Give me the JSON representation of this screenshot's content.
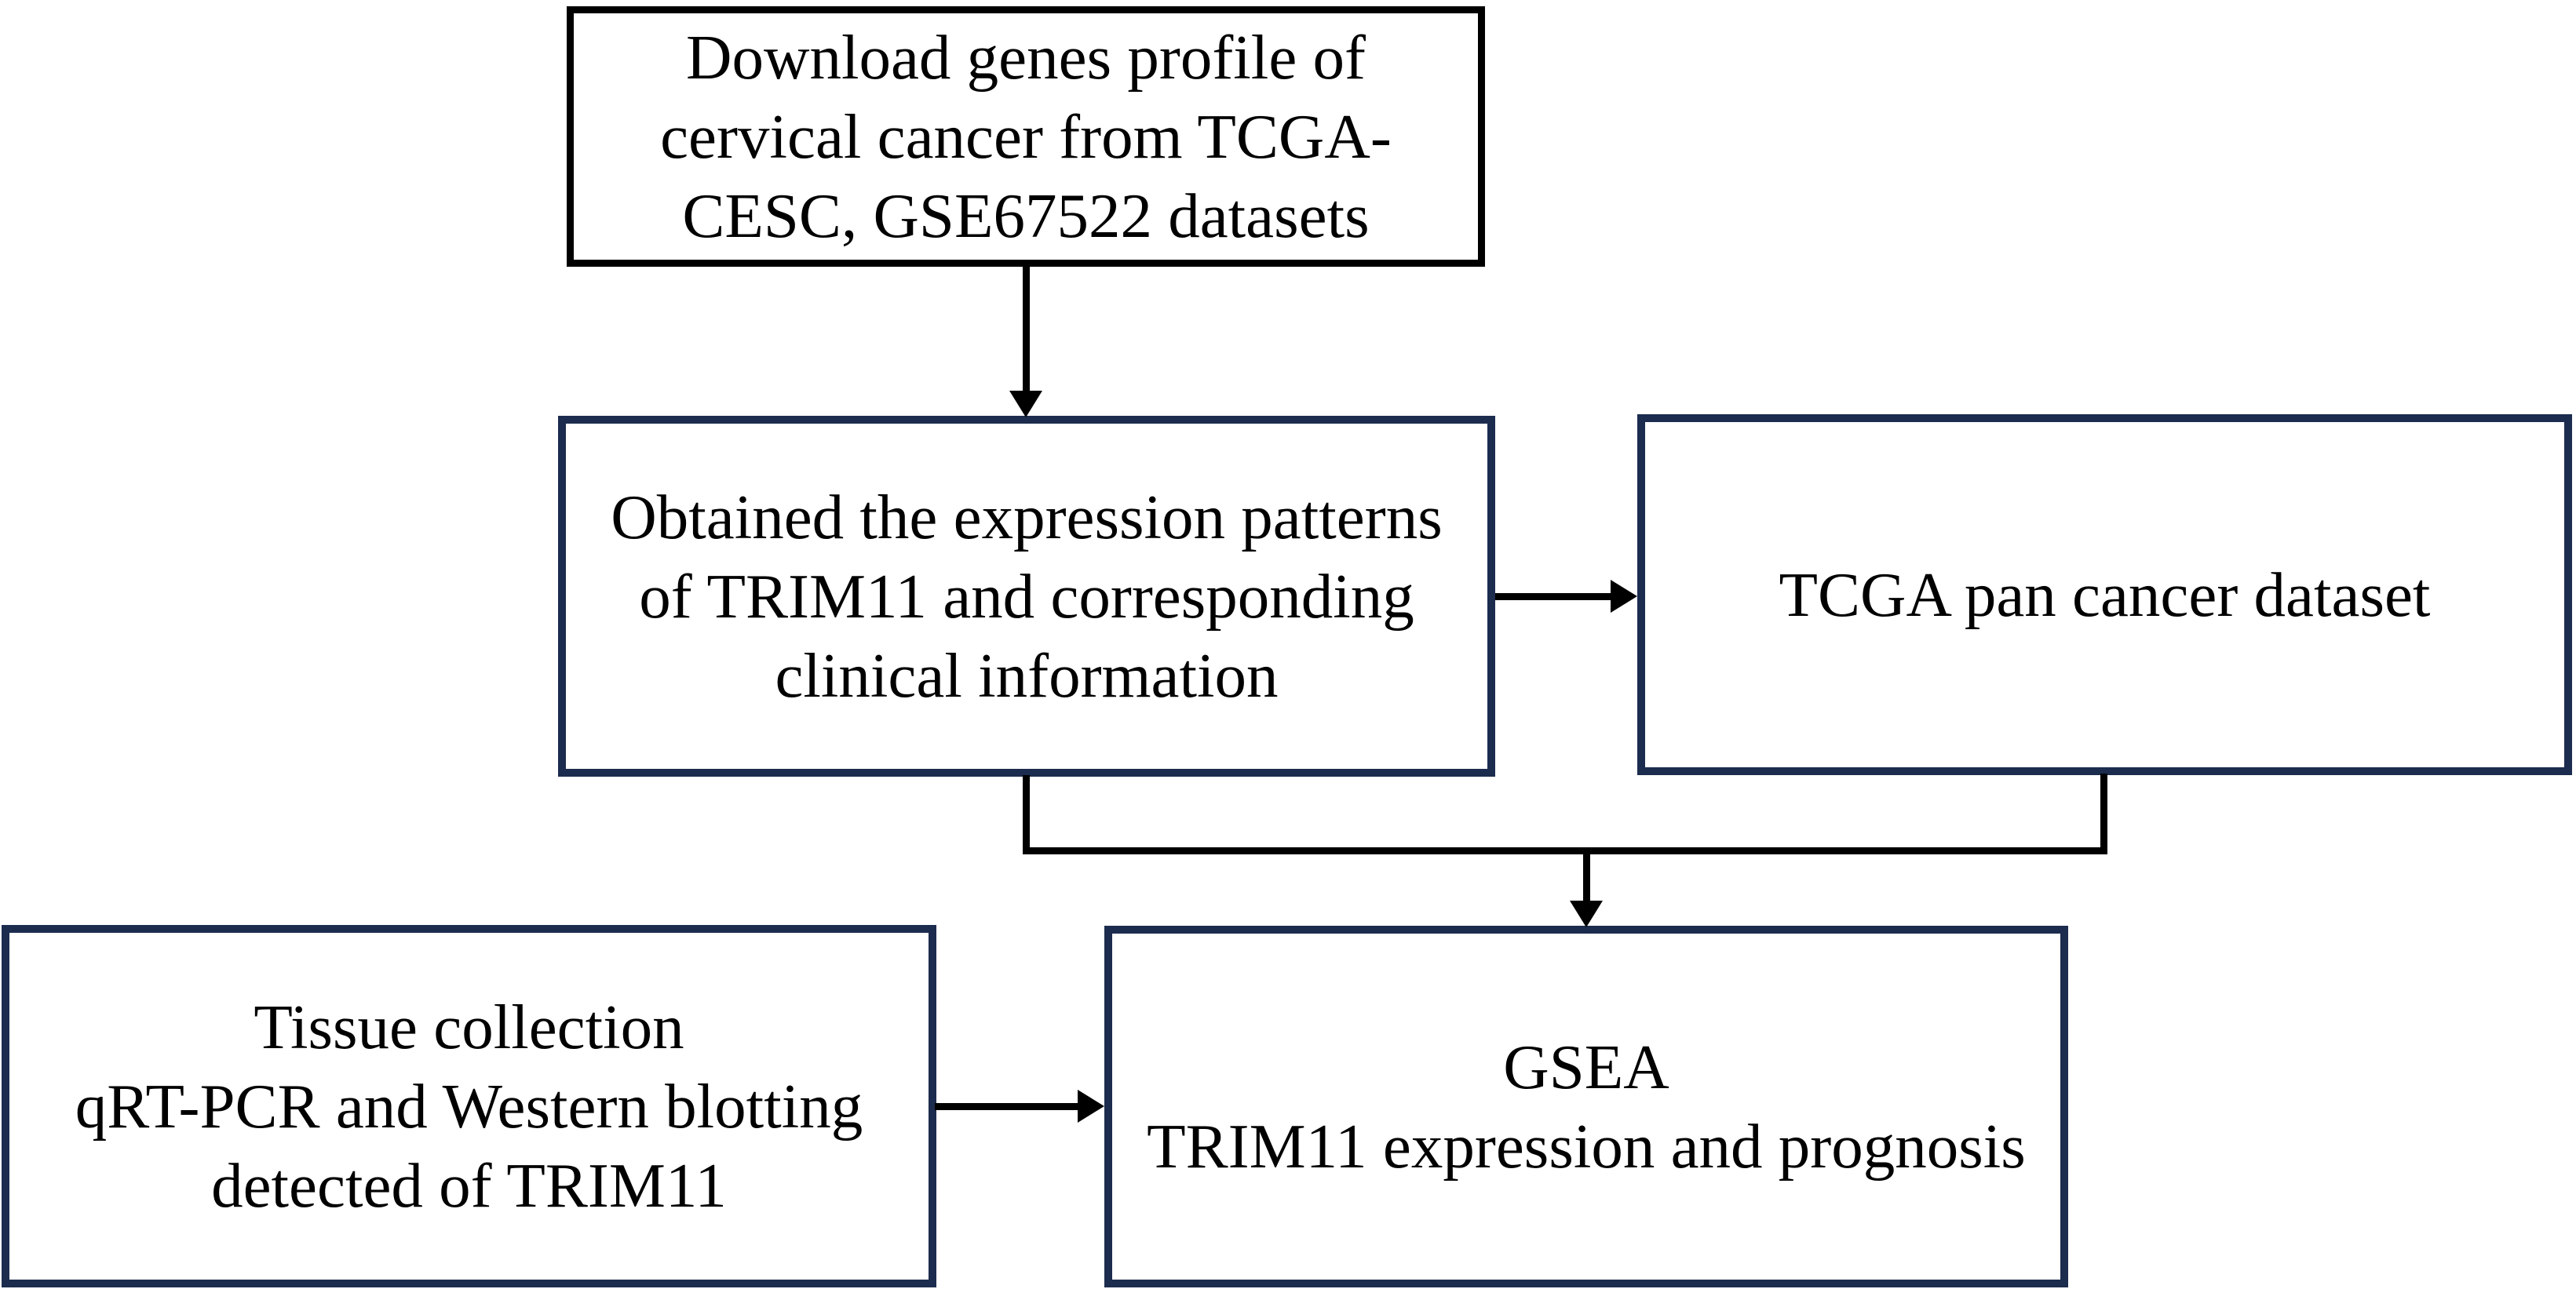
{
  "diagram": {
    "boxes": {
      "download": {
        "lines": [
          "Download genes profile of",
          "cervical cancer from TCGA-",
          "CESC, GSE67522 datasets"
        ]
      },
      "expression": {
        "lines": [
          "Obtained the expression patterns",
          "of TRIM11 and corresponding",
          "clinical information"
        ]
      },
      "pan_cancer": {
        "lines": [
          "TCGA pan cancer dataset"
        ]
      },
      "tissue": {
        "lines": [
          "Tissue collection",
          "qRT-PCR and Western blotting",
          "detected of TRIM11"
        ]
      },
      "gsea": {
        "lines": [
          "GSEA",
          "TRIM11 expression and prognosis"
        ]
      }
    },
    "connections": [
      {
        "from": "download",
        "to": "expression",
        "type": "arrow-down"
      },
      {
        "from": "expression",
        "to": "pan_cancer",
        "type": "arrow-right"
      },
      {
        "from": "expression",
        "to": "gsea",
        "type": "merge-arrow-down"
      },
      {
        "from": "pan_cancer",
        "to": "gsea",
        "type": "merge-arrow-down"
      },
      {
        "from": "tissue",
        "to": "gsea",
        "type": "arrow-right"
      }
    ],
    "colors": {
      "box1_border": "#000000",
      "navy_border": "#1c2c4e",
      "arrow": "#000000",
      "background": "#ffffff",
      "text": "#000000"
    }
  }
}
